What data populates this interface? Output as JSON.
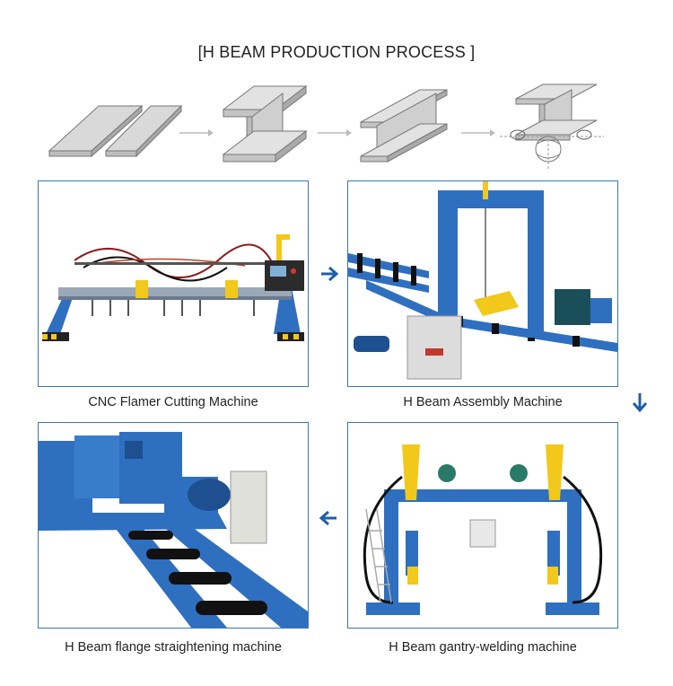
{
  "title": "[H BEAM PRODUCTION PROCESS ]",
  "process_steps": [
    {
      "icon": "flat-plates-icon"
    },
    {
      "icon": "h-beam-upright-icon"
    },
    {
      "icon": "h-beam-flat-icon"
    },
    {
      "icon": "h-beam-straightening-icon"
    }
  ],
  "machines": [
    {
      "caption": "CNC Flamer Cutting Machine"
    },
    {
      "caption": "H Beam Assembly Machine"
    },
    {
      "caption": "H Beam gantry-welding machine"
    },
    {
      "caption": "H Beam flange straightening machine"
    }
  ],
  "colors": {
    "machine_blue": "#2f6fc0",
    "accent_yellow": "#f2c81a",
    "frame_border": "#3a78b8",
    "flow_arrow": "#1f5fa8"
  }
}
